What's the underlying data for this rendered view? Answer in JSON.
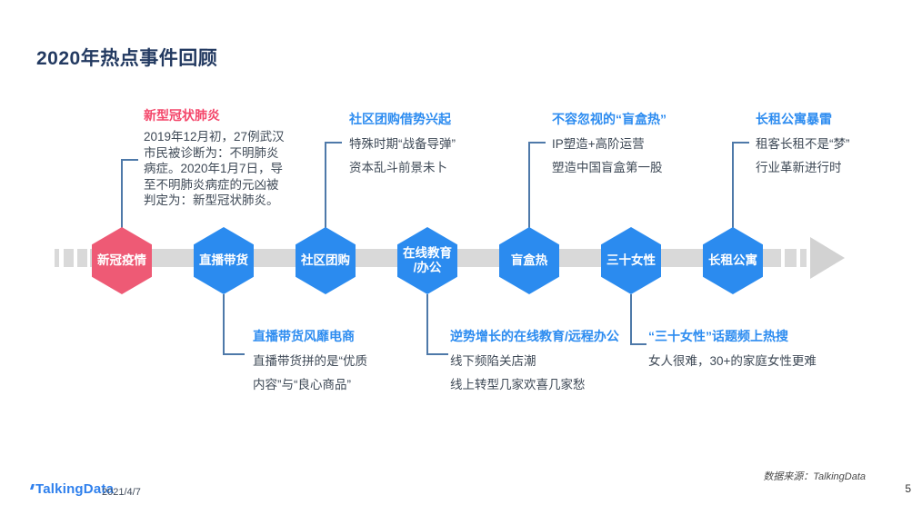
{
  "page": {
    "title": "2020年热点事件回顾",
    "page_number": "5"
  },
  "colors": {
    "title_navy": "#233A61",
    "accent_blue": "#2B8BEF",
    "accent_red": "#EE5A75",
    "callout_title_blue": "#2D8CF0",
    "callout_title_red": "#F4476B",
    "timeline_gray": "#D9D9D9",
    "connector_blue_gray": "#4E79A9",
    "body_text": "#3E4956"
  },
  "timeline": {
    "nodes": [
      {
        "label": "新冠疫情",
        "color": "#EE5A75"
      },
      {
        "label": "直播带货",
        "color": "#2B8BEF"
      },
      {
        "label": "社区团购",
        "color": "#2B8BEF"
      },
      {
        "label": "在线教育\n/办公",
        "color": "#2B8BEF"
      },
      {
        "label": "盲盒热",
        "color": "#2B8BEF"
      },
      {
        "label": "三十女性",
        "color": "#2B8BEF"
      },
      {
        "label": "长租公寓",
        "color": "#2B8BEF"
      }
    ]
  },
  "callouts_top": [
    {
      "title": "新型冠状肺炎",
      "body": "2019年12月初，27例武汉\n市民被诊断为：不明肺炎\n病症。2020年1月7日，导\n至不明肺炎病症的元凶被\n判定为：新型冠状肺炎。"
    },
    {
      "title": "社区团购借势兴起",
      "body": "特殊时期“战备导弹”\n资本乱斗前景未卜"
    },
    {
      "title": "不容忽视的“盲盒热”",
      "body": "IP塑造+高阶运营\n塑造中国盲盒第一股"
    },
    {
      "title": "长租公寓暴雷",
      "body": "租客长租不是“梦”\n行业革新进行时"
    }
  ],
  "callouts_bottom": [
    {
      "title": "直播带货风靡电商",
      "body": "直播带货拼的是“优质\n内容”与“良心商品”"
    },
    {
      "title": "逆势增长的在线教育/远程办公",
      "body": "线下频陷关店潮\n线上转型几家欢喜几家愁"
    },
    {
      "title": "“三十女性”话题频上热搜",
      "body": "女人很难，30+的家庭女性更难"
    }
  ],
  "footer": {
    "logo": "TalkingData",
    "date": "2021/4/7",
    "source": "数据来源：TalkingData"
  }
}
